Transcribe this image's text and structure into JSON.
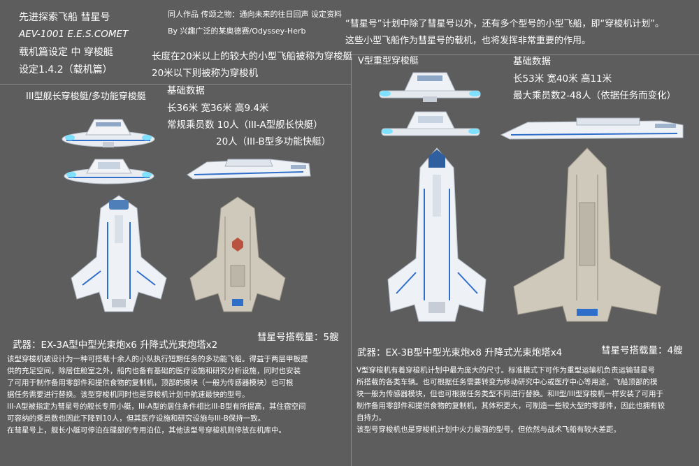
{
  "header": {
    "line1": "先进探索飞船 彗星号",
    "line2": "AEV-1001 E.E.S.COMET",
    "line3": "载机篇设定 中 穿梭艇",
    "line4": "设定1.4.2（载机篇）"
  },
  "credits": {
    "line1": "同人作品 传颂之物：通向未来的往日回声 设定资料",
    "line2": "By 兴趣广泛的某奥德赛/Odyssey-Herb"
  },
  "intro": {
    "line1": "“彗星号”计划中除了彗星号以外，还有多个型号的小型飞船，即“穿梭机计划”。",
    "line2": "这些小型飞船作为彗星号的载机，也将发挥非常重要的作用。"
  },
  "definition": {
    "line1": "长度在20米以上的较大的小型飞船被称为穿梭艇",
    "line2": "20米以下则被称为穿梭机"
  },
  "type3": {
    "title": "III型舰长穿梭艇/多功能穿梭艇",
    "basic_heading": "基础数据",
    "dims": "长36米 宽36米 高9.4米",
    "crew_a": "常规乘员数 10人（III-A型舰长快艇）",
    "crew_b": "20人（III-B型多功能快艇）",
    "weapons": "武器：EX-3A型中型光束炮x6 升降式光束炮塔x2",
    "capacity": "彗星号搭载量：5艘",
    "desc": [
      "该型穿梭机被设计为一种可搭载十余人的小队执行短期任务的多功能飞船。得益于两层甲板提",
      "供的充足空间，除居住舱室之外，船内也备有基础的医疗设施和研究分析设施，同时也安装",
      "了可用于制作备用零部件和提供食物的复制机，顶部的模块（一般为传感器模块）也可根",
      "据任务需要进行替换。该型穿梭机同时也是穿梭机计划中航速最快的型号。",
      "III-A型被指定为彗星号的舰长专用小艇，III-A型的居住条件相比III-B型有所提高，其住宿空间",
      "可容纳的乘员数也因此下降到10人，但其医疗设施和研究设施与III-B保持一致。",
      "在彗星号上，舰长小艇可停泊在碟部的专用泊位，其他该型号穿梭机则停放在机库中。"
    ]
  },
  "type5": {
    "title": "V型重型穿梭艇",
    "basic_heading": "基础数据",
    "dims": "长53米 宽40米 高11米",
    "crew": "最大乘员数2-48人（依据任务而变化）",
    "weapons": "武器：EX-3B型中型光束炮x8 升降式光束炮塔x4",
    "capacity": "彗星号搭载量：4艘",
    "desc": [
      "V型穿梭机有着穿梭机计划中最为庞大的尺寸。标准模式下可作为重型运输机负责运输彗星号",
      "所搭载的各类车辆。也可根据任务需要转变为移动研究中心或医疗中心等用途，飞船顶部的模",
      "块一般为传感器模块，但也可根据任务类型不同进行替换。和II型/III型穿梭机一样安装了可用于",
      "制作备用零部件和提供食物的复制机，其体积更大，可制造一些较大型的零部件，因此也拥有较",
      "自持力。",
      "该型号穿梭机也是穿梭机计划中火力最强的型号。但依然与战术飞船有较大差距。"
    ]
  },
  "colors": {
    "background": "#5d5d5d",
    "hull_light": "#eceff3",
    "hull_tan": "#cfc9bc",
    "accent_blue": "#2f6fc9",
    "glow": "#7fe0ff"
  }
}
